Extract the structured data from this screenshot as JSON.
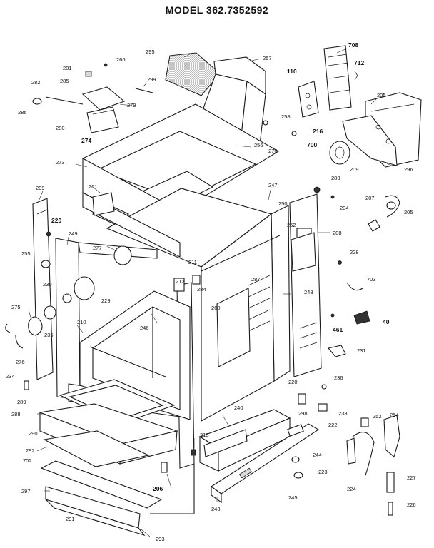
{
  "title": "MODEL 362.7352592",
  "callouts": [
    {
      "id": "c708a",
      "text": "708",
      "bold": true
    },
    {
      "id": "c712",
      "text": "712",
      "bold": true
    },
    {
      "id": "c266",
      "text": "266",
      "bold": false
    },
    {
      "id": "c295",
      "text": "295",
      "bold": false
    },
    {
      "id": "c257",
      "text": "257",
      "bold": false
    },
    {
      "id": "c110",
      "text": "110",
      "bold": true
    },
    {
      "id": "c281",
      "text": "281",
      "bold": false
    },
    {
      "id": "c299",
      "text": "299",
      "bold": false
    },
    {
      "id": "c205a",
      "text": "205",
      "bold": false
    },
    {
      "id": "c282",
      "text": "282",
      "bold": false
    },
    {
      "id": "c285",
      "text": "285",
      "bold": false
    },
    {
      "id": "c279",
      "text": "279",
      "bold": false
    },
    {
      "id": "c286",
      "text": "286",
      "bold": false
    },
    {
      "id": "c258",
      "text": "258",
      "bold": false
    },
    {
      "id": "c216",
      "text": "216",
      "bold": true
    },
    {
      "id": "c280",
      "text": "280",
      "bold": false
    },
    {
      "id": "c274",
      "text": "274",
      "bold": true
    },
    {
      "id": "c700",
      "text": "700",
      "bold": true
    },
    {
      "id": "c256",
      "text": "256",
      "bold": false
    },
    {
      "id": "c270",
      "text": "270",
      "bold": false
    },
    {
      "id": "c209b",
      "text": "209",
      "bold": false
    },
    {
      "id": "c296",
      "text": "296",
      "bold": false
    },
    {
      "id": "c273",
      "text": "273",
      "bold": false
    },
    {
      "id": "c283",
      "text": "283",
      "bold": false
    },
    {
      "id": "c209a",
      "text": "209",
      "bold": false
    },
    {
      "id": "c247",
      "text": "247",
      "bold": false
    },
    {
      "id": "c261",
      "text": "261",
      "bold": false
    },
    {
      "id": "c204",
      "text": "204",
      "bold": false
    },
    {
      "id": "c207",
      "text": "207",
      "bold": false
    },
    {
      "id": "c250",
      "text": "250",
      "bold": false
    },
    {
      "id": "c205b",
      "text": "205",
      "bold": false
    },
    {
      "id": "c220a",
      "text": "220",
      "bold": true
    },
    {
      "id": "c262",
      "text": "262",
      "bold": false
    },
    {
      "id": "c208",
      "text": "208",
      "bold": false
    },
    {
      "id": "c249",
      "text": "249",
      "bold": false
    },
    {
      "id": "c255",
      "text": "255",
      "bold": false
    },
    {
      "id": "c277",
      "text": "277",
      "bold": false
    },
    {
      "id": "c228",
      "text": "228",
      "bold": false
    },
    {
      "id": "c211",
      "text": "211",
      "bold": false
    },
    {
      "id": "c212",
      "text": "212",
      "bold": false
    },
    {
      "id": "c287",
      "text": "287",
      "bold": false
    },
    {
      "id": "c703",
      "text": "703",
      "bold": false
    },
    {
      "id": "c230",
      "text": "230",
      "bold": false
    },
    {
      "id": "c284",
      "text": "284",
      "bold": false
    },
    {
      "id": "c229",
      "text": "229",
      "bold": false
    },
    {
      "id": "c248",
      "text": "248",
      "bold": false
    },
    {
      "id": "c275",
      "text": "275",
      "bold": false
    },
    {
      "id": "c260",
      "text": "260",
      "bold": false
    },
    {
      "id": "c210",
      "text": "210",
      "bold": false
    },
    {
      "id": "c246",
      "text": "246",
      "bold": false
    },
    {
      "id": "c235",
      "text": "235",
      "bold": false
    },
    {
      "id": "c461",
      "text": "461",
      "bold": true
    },
    {
      "id": "c40",
      "text": "40",
      "bold": true
    },
    {
      "id": "c276",
      "text": "276",
      "bold": false
    },
    {
      "id": "c231",
      "text": "231",
      "bold": false
    },
    {
      "id": "c234",
      "text": "234",
      "bold": false
    },
    {
      "id": "c236",
      "text": "236",
      "bold": false
    },
    {
      "id": "c289",
      "text": "289",
      "bold": false
    },
    {
      "id": "c220b",
      "text": "220",
      "bold": false
    },
    {
      "id": "c288",
      "text": "288",
      "bold": false
    },
    {
      "id": "c240",
      "text": "240",
      "bold": false
    },
    {
      "id": "c298",
      "text": "298",
      "bold": false
    },
    {
      "id": "c238",
      "text": "238",
      "bold": false
    },
    {
      "id": "c252",
      "text": "252",
      "bold": false
    },
    {
      "id": "c254",
      "text": "254",
      "bold": false
    },
    {
      "id": "c290",
      "text": "290",
      "bold": false
    },
    {
      "id": "c222",
      "text": "222",
      "bold": false
    },
    {
      "id": "c213",
      "text": "213",
      "bold": false
    },
    {
      "id": "c292",
      "text": "292",
      "bold": false
    },
    {
      "id": "c702",
      "text": "702",
      "bold": false
    },
    {
      "id": "c244",
      "text": "244",
      "bold": false
    },
    {
      "id": "c223",
      "text": "223",
      "bold": false
    },
    {
      "id": "c227",
      "text": "227",
      "bold": false
    },
    {
      "id": "c206",
      "text": "206",
      "bold": true
    },
    {
      "id": "c297",
      "text": "297",
      "bold": false
    },
    {
      "id": "c224",
      "text": "224",
      "bold": false
    },
    {
      "id": "c245",
      "text": "245",
      "bold": false
    },
    {
      "id": "c243",
      "text": "243",
      "bold": false
    },
    {
      "id": "c226",
      "text": "226",
      "bold": false
    },
    {
      "id": "c291",
      "text": "291",
      "bold": false
    },
    {
      "id": "c293",
      "text": "293",
      "bold": false
    }
  ]
}
